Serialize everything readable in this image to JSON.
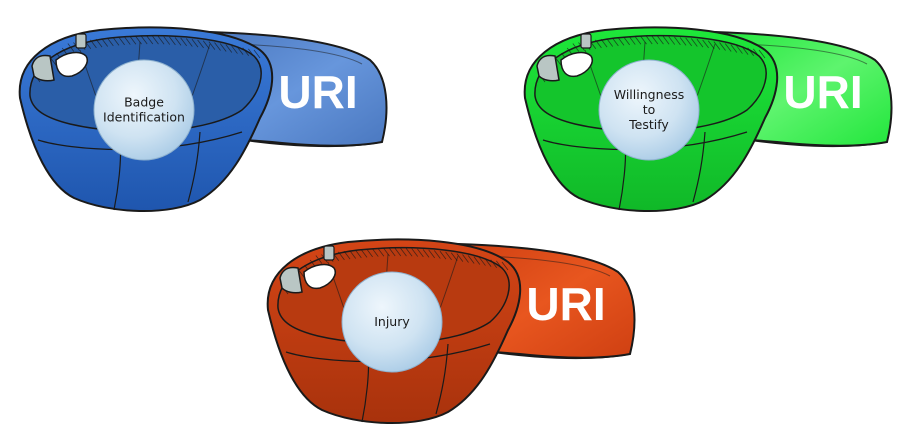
{
  "caps": [
    {
      "id": "blue",
      "brim_label": "URI",
      "circle_lines": [
        "Badge",
        "Identification"
      ],
      "colors": {
        "crown": "#3a7ad8",
        "crown_dark": "#1f56ae",
        "brim": "#4a78c0",
        "brim_light": "#6796dc",
        "inside": "#2a5ea8"
      }
    },
    {
      "id": "green",
      "brim_label": "URI",
      "circle_lines": [
        "Willingness",
        "to",
        "Testify"
      ],
      "colors": {
        "crown": "#1ee83a",
        "crown_dark": "#10b828",
        "brim": "#22e63c",
        "brim_light": "#5ef46e",
        "inside": "#14c52c"
      }
    },
    {
      "id": "red",
      "brim_label": "URI",
      "circle_lines": [
        "Injury"
      ],
      "colors": {
        "crown": "#d44516",
        "crown_dark": "#a8320c",
        "brim": "#cf4012",
        "brim_light": "#e8561f",
        "inside": "#b83a10"
      }
    }
  ]
}
